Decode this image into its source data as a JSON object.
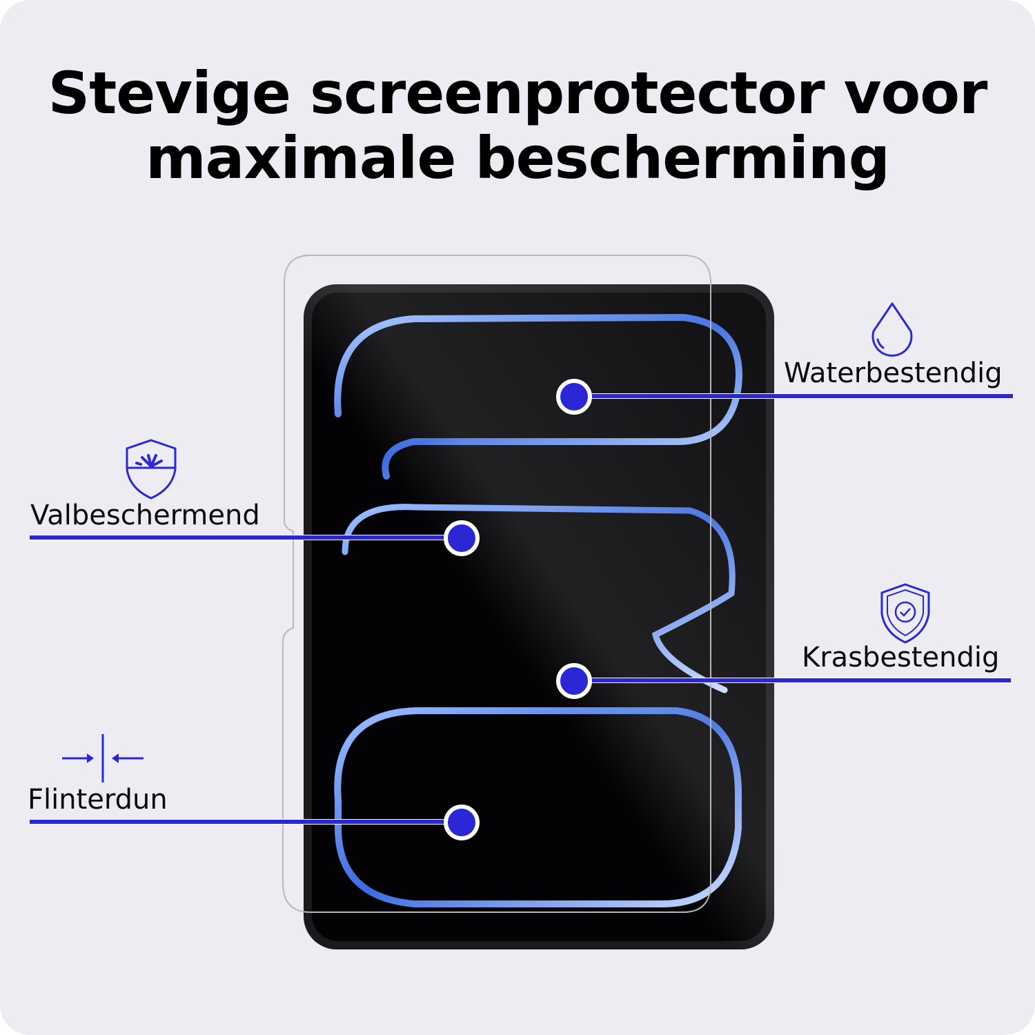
{
  "title_line1": "Stevige screenprotector voor",
  "title_line2": "maximale bescherming",
  "features": [
    {
      "label": "Waterbestendig",
      "icon": "water-drop-icon"
    },
    {
      "label": "Valbeschermend",
      "icon": "shield-impact-icon"
    },
    {
      "label": "Krasbestendig",
      "icon": "shield-check-icon"
    },
    {
      "label": "Flinterdun",
      "icon": "thin-arrows-icon"
    }
  ],
  "colors": {
    "accent": "#2b27d6",
    "background": "#edecf2"
  }
}
